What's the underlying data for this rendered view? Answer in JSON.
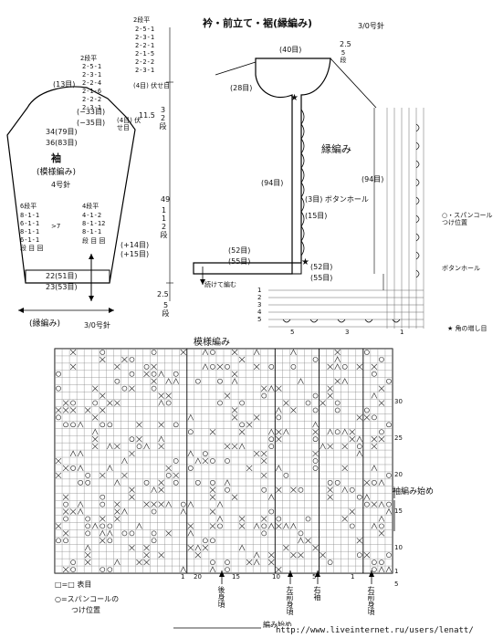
{
  "sleeve": {
    "title": "袖",
    "pattern": "(模様編み)",
    "needle": "4号針",
    "dec_top_label": "2段平",
    "dec_top_rows": [
      "2-5-1",
      "2-3-1",
      "2-2-1",
      "2-1-5",
      "2-2-2",
      "2-3-1"
    ],
    "dec_top_end": "(4目) 伏せ目",
    "dec_mid_label": "2段平",
    "dec_mid_rows": [
      "2-5-1",
      "2-3-1",
      "2-2-4",
      "2-1-6",
      "2-2-2",
      "2-3-1"
    ],
    "dec_mid_end": "(4目) 伏せ目",
    "cap_sts": "(13目)",
    "cap_height": "11.5",
    "cap_rows": "32段",
    "neg33": "(−33目)",
    "neg35": "(−35目)",
    "width_34": "34(79目)",
    "width_36": "36(83目)",
    "inc_left_label": "6段平",
    "inc_left_rows": [
      "8-1-1",
      "6-1-1",
      "8-1-1",
      "6-1-1"
    ],
    "inc_left_repeat": "7",
    "inc_left_end": "段 目 回",
    "inc_right_label": "4段平",
    "inc_right_rows": [
      "4-1-2",
      "8-1-12",
      "8-1-1"
    ],
    "inc_right_end": "段 目 回",
    "plus14": "(+14目)",
    "plus15": "(+15目)",
    "body_height": "49",
    "body_rows": "112段",
    "cuff_22": "22(51目)",
    "cuff_23": "23(53目)",
    "cuff_height": "2.5",
    "cuff_rows": "5段",
    "cuff_label": "(縁編み)",
    "cuff_needle": "3/0号針"
  },
  "collar": {
    "title": "衿・前立て・裾(縁編み)",
    "needle": "3/0号針",
    "neck_sts": "(40目)",
    "top_h": "2.5",
    "top_rows": "5段",
    "left_sts": "(28目)",
    "front_sts": "(94目)",
    "buttonhole": "(3目) ボタンホール",
    "gap": "(15目)",
    "hem_52": "(52目)",
    "hem_55": "(55目)",
    "pickup": "続けて編む",
    "edge_label": "縁編み",
    "chart_front": "(94目)",
    "chart_hem_52": "(52目)",
    "chart_hem_55": "(55目)",
    "sequin_note": "○・スパンコール つけ位置",
    "buttonhole_note": "ボタンホール",
    "corner_note": "角の増し目",
    "row_labels": [
      "1",
      "2",
      "3",
      "4",
      "5"
    ],
    "start_marks": [
      "5",
      "3",
      "1"
    ]
  },
  "pattern_chart": {
    "title": "模様編み",
    "right_numbers": [
      "30",
      "25",
      "20",
      "15",
      "10",
      "5",
      "1"
    ],
    "bottom_numbers": [
      "1",
      "20",
      "15",
      "10",
      "5",
      "1"
    ],
    "start_label": "袖編み始め",
    "legend_knit": "□=□ 表目",
    "legend_sequin": "○=スパンコールの",
    "legend_sequin_2": "つけ位置",
    "arrows": [
      "後身頃",
      "左前身頃",
      "右袖",
      "右前身頃"
    ],
    "bottom_label": "編み始め"
  },
  "watermark": "http://www.liveinternet.ru/users/lenatt/"
}
